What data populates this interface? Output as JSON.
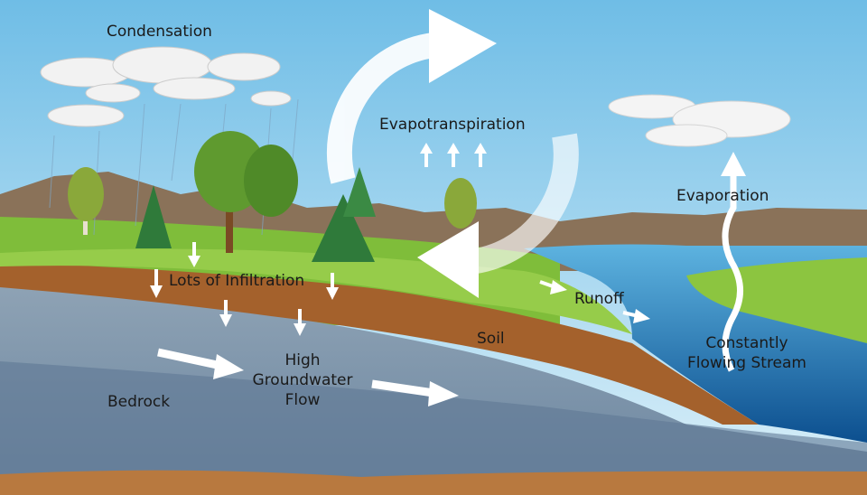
{
  "labels": {
    "condensation": "Condensation",
    "evapotranspiration": "Evapotranspiration",
    "evaporation": "Evaporation",
    "infiltration": "Lots of Infiltration",
    "runoff": "Runoff",
    "soil": "Soil",
    "groundwater_line1": "High",
    "groundwater_line2": "Groundwater",
    "groundwater_line3": "Flow",
    "bedrock": "Bedrock",
    "stream_line1": "Constantly",
    "stream_line2": "Flowing Stream"
  },
  "colors": {
    "sky_top": "#7cc3e8",
    "sky_bottom": "#d8eef8",
    "grass": "#8cc540",
    "soil": "#a9652f",
    "bedrock": "#7f97ad",
    "water": "#3f9bd0",
    "deep_water": "#0f5a9a"
  }
}
